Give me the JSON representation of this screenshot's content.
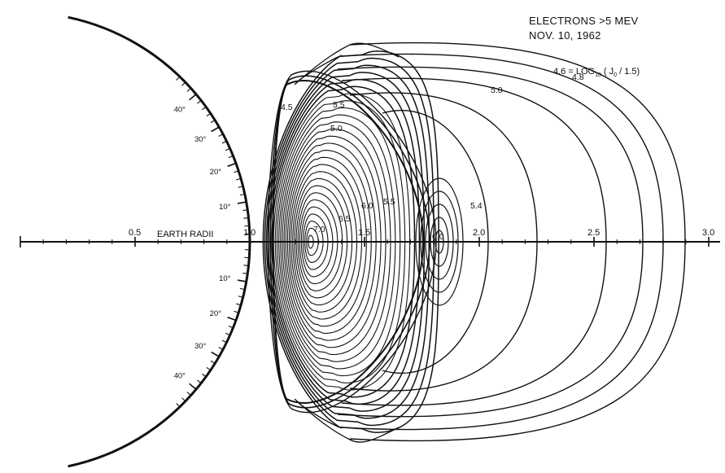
{
  "figure": {
    "title_line1": "ELECTRONS  >5 MEV",
    "title_line2": "NOV. 10, 1962",
    "formula_prefix": "4.6 = LOG",
    "formula_sub": "10",
    "formula_suffix": " ( J",
    "formula_sub2": "0",
    "formula_tail": " / 1.5)",
    "axis_label": "EARTH RADII"
  },
  "axis": {
    "ticks": [
      {
        "value": 0.5,
        "label": "0.5"
      },
      {
        "value": 1.0,
        "label": "1.0"
      },
      {
        "value": 1.5,
        "label": "1.5"
      },
      {
        "value": 2.0,
        "label": "2.0"
      },
      {
        "value": 2.5,
        "label": "2.5"
      },
      {
        "value": 3.0,
        "label": "3.0"
      }
    ]
  },
  "latitudes": [
    {
      "deg": 10,
      "label": "10°"
    },
    {
      "deg": 20,
      "label": "20°"
    },
    {
      "deg": 30,
      "label": "30°"
    },
    {
      "deg": 40,
      "label": "40°"
    },
    {
      "deg": -10,
      "label": "10°"
    },
    {
      "deg": -20,
      "label": "20°"
    },
    {
      "deg": -30,
      "label": "30°"
    },
    {
      "deg": -40,
      "label": "40°"
    }
  ],
  "contour_labels": {
    "l45": "4.5",
    "l55a": "5.5",
    "l50a": "5.0",
    "l70": "7.0",
    "l65": "6.5",
    "l60a": "6.0",
    "l55b": "5.5",
    "l60b": "6.0",
    "l54": "5.4",
    "l48": "4.8",
    "l50b": "5.0"
  },
  "colors": {
    "ink": "#111111",
    "background": "#ffffff"
  }
}
